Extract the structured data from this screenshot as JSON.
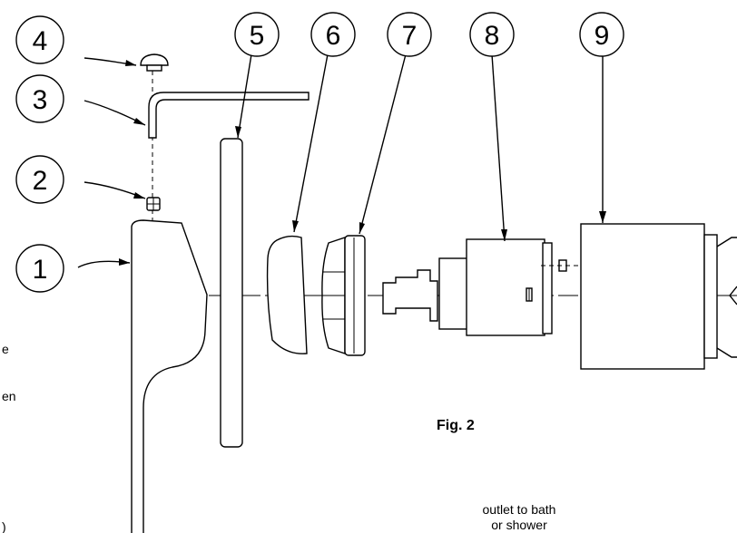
{
  "labels": {
    "p1": "1",
    "p2": "2",
    "p3": "3",
    "p4": "4",
    "p5": "5",
    "p6": "6",
    "p7": "7",
    "p8": "8",
    "p9": "9"
  },
  "figure_caption": "Fig. 2",
  "outlet_line1": "outlet to bath",
  "outlet_line2": "or shower",
  "side_text": {
    "line1": "e",
    "line2": "en",
    "line3": ")"
  }
}
